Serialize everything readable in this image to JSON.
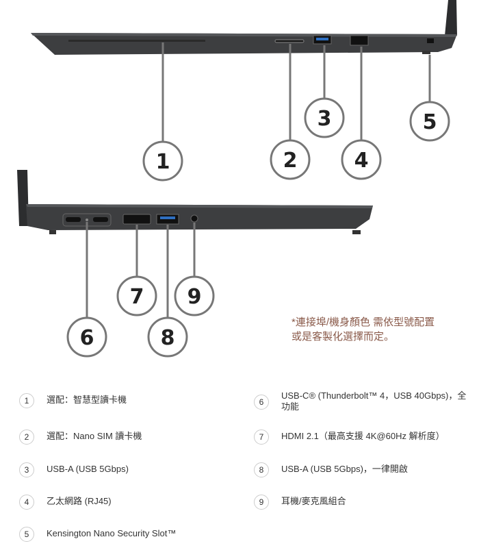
{
  "callouts": [
    "1",
    "2",
    "3",
    "4",
    "5",
    "6",
    "7",
    "8",
    "9"
  ],
  "note": {
    "line1": "*連接埠/機身顏色 需依型號配置",
    "line2": "或是客製化選擇而定。"
  },
  "legend": [
    {
      "num": "1",
      "text": "選配：智慧型讀卡機"
    },
    {
      "num": "2",
      "text": "選配：Nano SIM 讀卡機"
    },
    {
      "num": "3",
      "text": "USB-A (USB 5Gbps)"
    },
    {
      "num": "4",
      "text": "乙太網路 (RJ45)"
    },
    {
      "num": "5",
      "text": "Kensington Nano Security Slot™"
    },
    {
      "num": "6",
      "text": "USB-C® (Thunderbolt™ 4，USB 40Gbps)，全功能"
    },
    {
      "num": "7",
      "text": "HDMI 2.1（最高支援 4K@60Hz 解析度）"
    },
    {
      "num": "8",
      "text": "USB-A (USB 5Gbps)，一律開啟"
    },
    {
      "num": "9",
      "text": "耳機/麥克風組合"
    }
  ],
  "colors": {
    "body": "#3a3b3d",
    "note": "#8a5a4a",
    "line": "#777777"
  }
}
